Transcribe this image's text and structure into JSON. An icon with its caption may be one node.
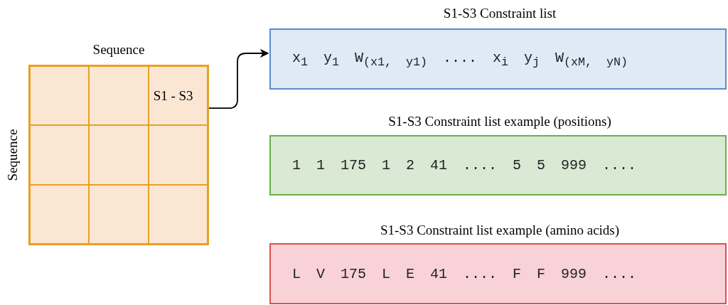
{
  "diagram": {
    "nodes": [
      {
        "text": [
          "Sequence"
        ],
        "beside": [
          "Sequence"
        ]
      },
      {
        "text": [],
        "shape": "box",
        "in": 0
      },
      {
        "text": [],
        "shape": "box",
        "in": 0
      },
      {
        "text": [
          "S1 - S3"
        ],
        "in": 0
      },
      {
        "text": [],
        "shape": "box",
        "in": 0
      },
      {
        "text": [],
        "shape": "box",
        "in": 0
      },
      {
        "text": [],
        "shape": "box",
        "in": 0
      },
      {
        "text": [],
        "shape": "box",
        "in": 0
      },
      {
        "text": [],
        "shape": "box",
        "in": 0
      },
      {
        "text": [],
        "shape": "box",
        "in": 0
      },
      {
        "text": [
          "S1-S3 Constraint list",
          "x$_{1}$ y$_{1}$ W$_{(x}$$_{1}$$_{, y}$$_{1}$$_{)}$ .... x$_{i}$ y$_{j}$ W$_{(x}$$_{M}$$_{, y}$$_{N}$$_{)}$"
        ]
      },
      {
        "text": [
          "S1-S3 Constraint list example (positions)",
          "1 1 175 1 2 41 .... 5 5 999 ...."
        ]
      },
      {
        "text": [
          "S1-S3 Constraint list example (amino acids)",
          "L V 175 L E 41 .... F F 999 ...."
        ]
      }
    ],
    "edges": [
      {
        "from": 3,
        "to": 10,
        "arrow": "to"
      }
    ]
  }
}
